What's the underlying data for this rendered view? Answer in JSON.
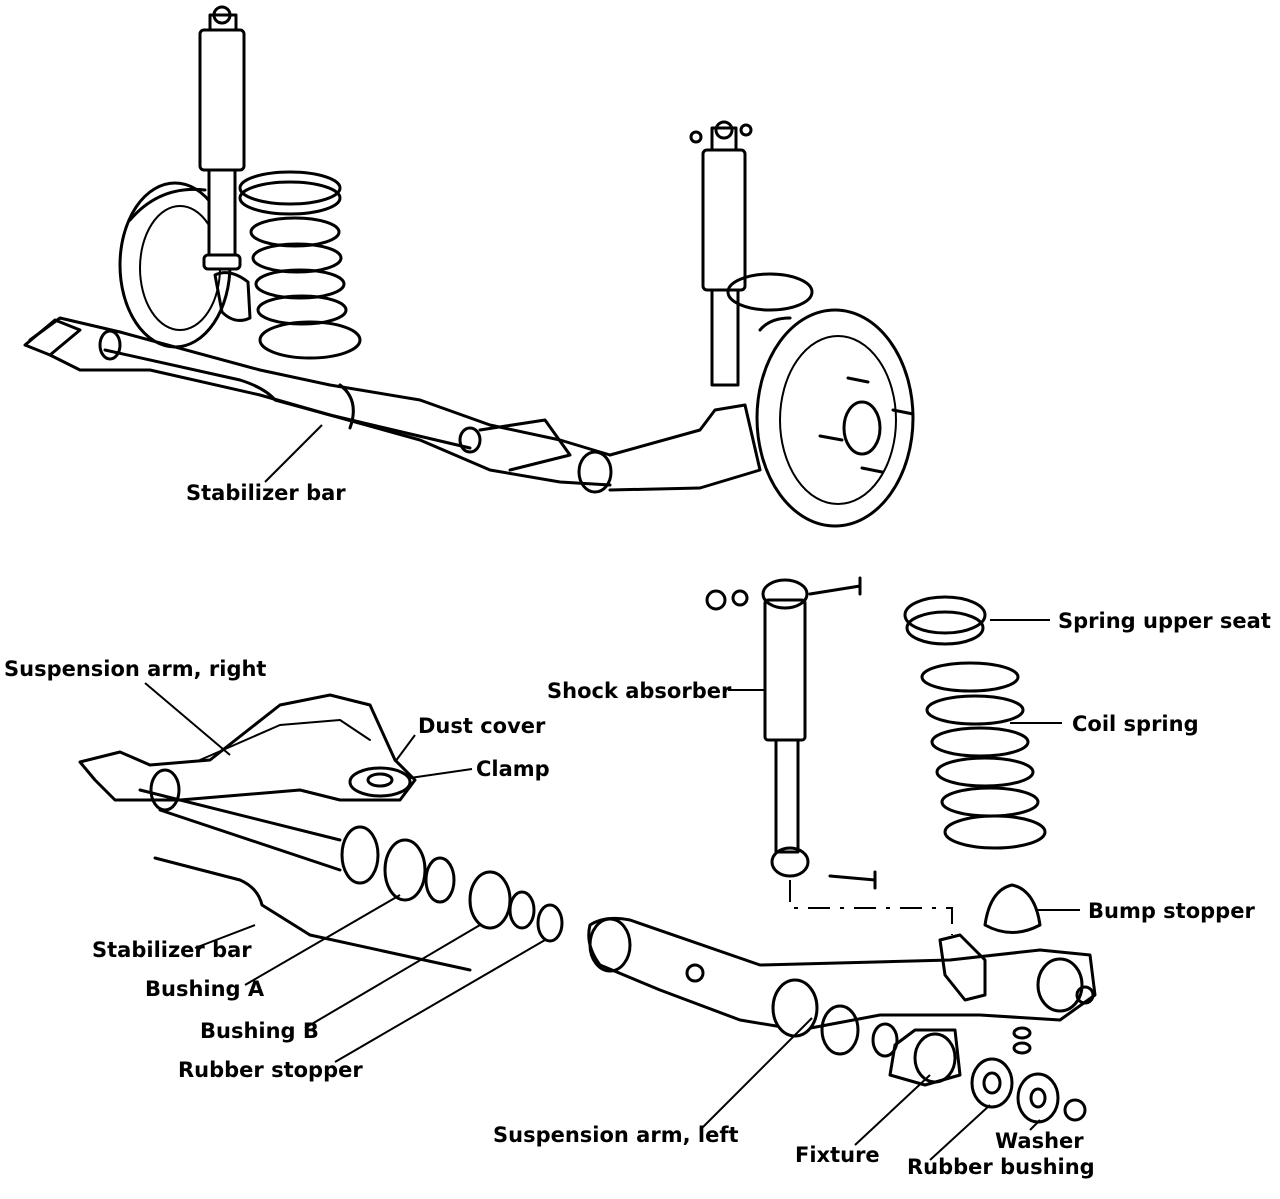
{
  "labels": {
    "stabilizer_bar_top": "Stabilizer bar",
    "suspension_arm_right": "Suspension arm, right",
    "dust_cover": "Dust cover",
    "clamp": "Clamp",
    "shock_absorber": "Shock absorber",
    "spring_upper_seat": "Spring upper seat",
    "coil_spring": "Coil spring",
    "bump_stopper": "Bump stopper",
    "stabilizer_bar_bottom": "Stabilizer bar",
    "bushing_a": "Bushing A",
    "bushing_b": "Bushing B",
    "rubber_stopper": "Rubber stopper",
    "suspension_arm_left": "Suspension arm, left",
    "fixture": "Fixture",
    "washer": "Washer",
    "rubber_bushing": "Rubber bushing"
  },
  "colors": {
    "ink": "#000000",
    "paper": "#ffffff"
  }
}
